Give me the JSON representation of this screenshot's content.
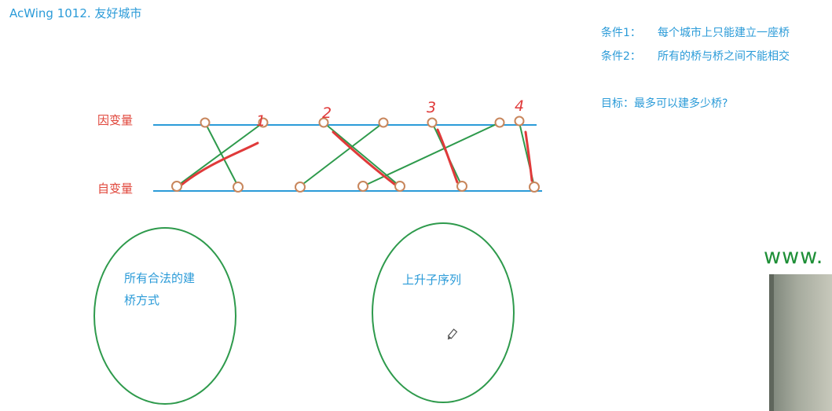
{
  "title": "AcWing 1012. 友好城市",
  "conditions": [
    {
      "label": "条件1：",
      "text": "每个城市上只能建立一座桥"
    },
    {
      "label": "条件2：",
      "text": "所有的桥与桥之间不能相交"
    }
  ],
  "goal": "目标：最多可以建多少桥?",
  "axis_labels": {
    "top": "因变量",
    "bottom": "自变量"
  },
  "annotations": [
    "1",
    "2",
    "3",
    "4"
  ],
  "ovals": [
    {
      "line1": "所有合法的建",
      "line2": "桥方式"
    },
    {
      "line1": "上升子序列",
      "line2": ""
    }
  ],
  "watermark": "www.",
  "colors": {
    "title": "#2b9bd8",
    "axis": "#2b9bd8",
    "label": "#e0453a",
    "edge": "#2e9a4c",
    "node": "#c8865c",
    "highlight": "#e03a3a",
    "oval": "#2e9a4c"
  }
}
